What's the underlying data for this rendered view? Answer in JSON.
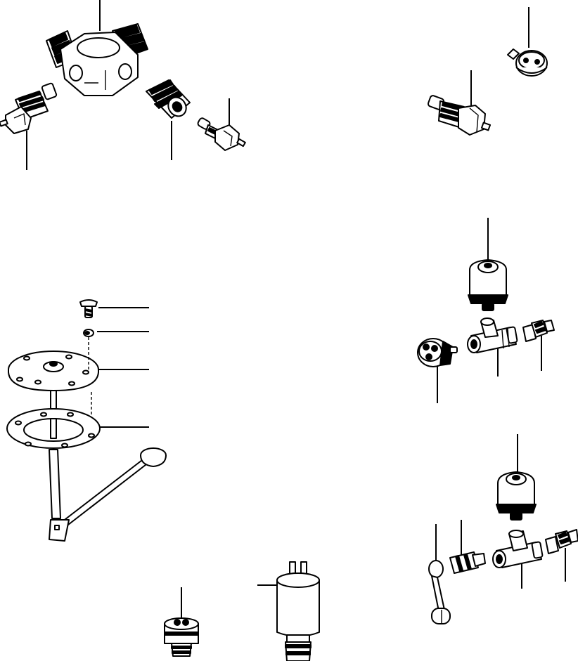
{
  "figure": {
    "kind": "exploded-parts-diagram",
    "background": "#ffffff",
    "ink": "#000000",
    "parts": [
      "four-way-fitting",
      "temperature-sensor-left",
      "threaded-adapter",
      "small-sender-upper",
      "two-pin-sensor-cap",
      "temperature-sensor-right",
      "fuel-level-gauge-assembly",
      "pressure-switch-upper",
      "tee-fitting-upper",
      "hose-adapter-upper",
      "round-connector",
      "pressure-switch-lower",
      "tee-fitting-lower",
      "union-adapter",
      "hose-adapter-lower",
      "wire-link",
      "small-pressure-switch",
      "cylindrical-pressure-switch"
    ]
  }
}
